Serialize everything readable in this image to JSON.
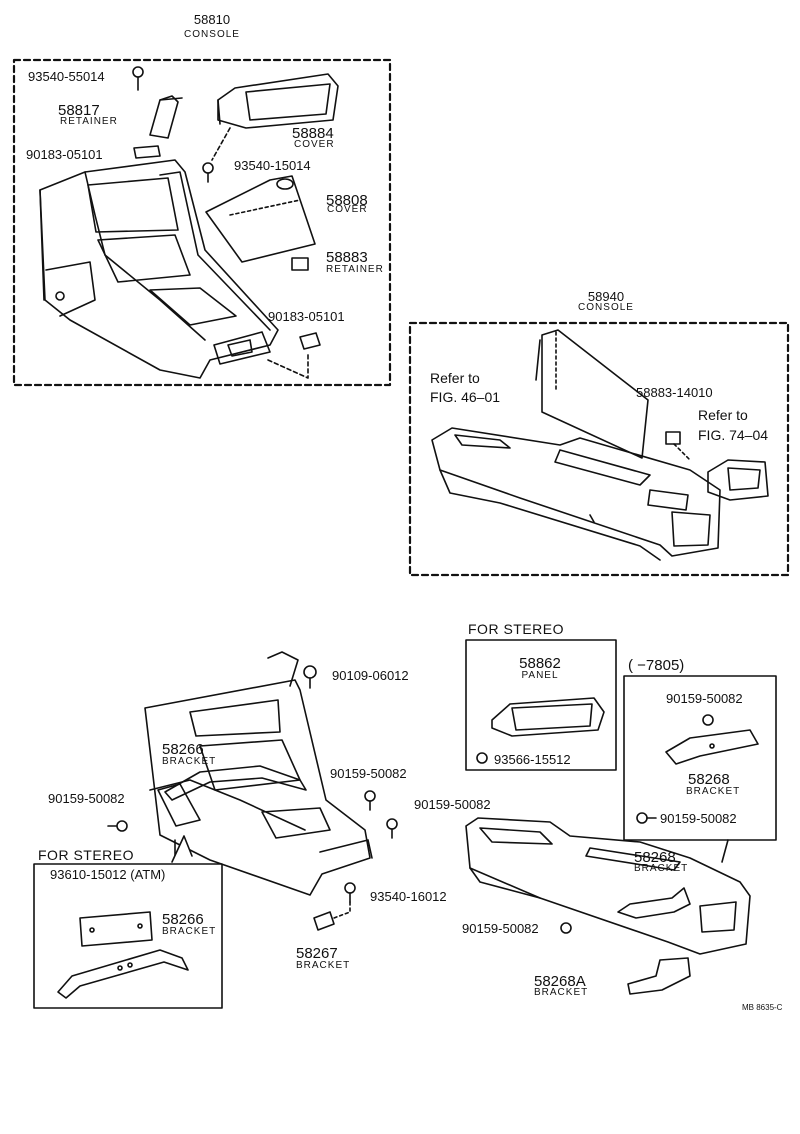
{
  "parts": {
    "p58810": {
      "number": "58810",
      "name": "CONSOLE"
    },
    "p93540_55014": {
      "number": "93540-55014"
    },
    "p58817": {
      "number": "58817",
      "name": "RETAINER"
    },
    "p90183_05101_a": {
      "number": "90183-05101"
    },
    "p58884": {
      "number": "58884",
      "name": "COVER"
    },
    "p93540_15014": {
      "number": "93540-15014"
    },
    "p58808": {
      "number": "58808",
      "name": "COVER"
    },
    "p58883": {
      "number": "58883",
      "name": "RETAINER"
    },
    "p90183_05101_b": {
      "number": "90183-05101"
    },
    "p58940": {
      "number": "58940",
      "name": "CONSOLE"
    },
    "p58883_14010": {
      "number": "58883-14010"
    },
    "p90109_06012": {
      "number": "90109-06012"
    },
    "p58266_a": {
      "number": "58266",
      "name": "BRACKET"
    },
    "p90159_50082_a": {
      "number": "90159-50082"
    },
    "p90159_50082_b": {
      "number": "90159-50082"
    },
    "p90159_50082_c": {
      "number": "90159-50082"
    },
    "p93540_16012": {
      "number": "93540-16012"
    },
    "p58267": {
      "number": "58267",
      "name": "BRACKET"
    },
    "p93610_15012": {
      "number": "93610-15012 (ATM)"
    },
    "p58266_b": {
      "number": "58266",
      "name": "BRACKET"
    },
    "p58862": {
      "number": "58862",
      "name": "PANEL"
    },
    "p93566_15512": {
      "number": "93566-15512"
    },
    "p90159_50082_d": {
      "number": "90159-50082"
    },
    "p58268_a": {
      "number": "58268",
      "name": "BRACKET"
    },
    "p90159_50082_e": {
      "number": "90159-50082"
    },
    "p58268_b": {
      "number": "58268",
      "name": "BRACKET"
    },
    "p90159_50082_f": {
      "number": "90159-50082"
    },
    "p58268A": {
      "number": "58268A",
      "name": "BRACKET"
    }
  },
  "refs": {
    "fig46": {
      "line1": "Refer to",
      "line2": "FIG. 46–01"
    },
    "fig74": {
      "line1": "Refer to",
      "line2": "FIG. 74–04"
    }
  },
  "headers": {
    "stereo_panel": "FOR STEREO",
    "stereo_bracket": "FOR STEREO",
    "date_range": "(      −7805)"
  },
  "footer": {
    "code": "MB 8635-C"
  }
}
